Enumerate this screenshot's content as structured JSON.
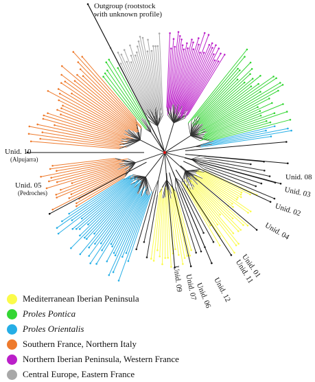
{
  "outgroup": {
    "line1": "Outgroup (rootstock",
    "line2": "with unknown profile)"
  },
  "unidentified": {
    "u10": {
      "name": "Unid. 10",
      "place": "(Alpujarra)"
    },
    "u05": {
      "name": "Unid. 05",
      "place": "(Pedroches)"
    },
    "u08": "Unid. 08",
    "u03": "Unid. 03",
    "u02": "Unid. 02",
    "u04": "Unid. 04",
    "u01": "Unid. 01",
    "u11": "Unid. 11",
    "u12": "Unid. 12",
    "u06": "Unid. 06",
    "u07": "Unid. 07",
    "u09": "Unid. 09"
  },
  "legend": [
    {
      "label": "Mediterranean Iberian Peninsula",
      "color": "#fbfb4a",
      "italic": false
    },
    {
      "label": "Proles Pontica",
      "color": "#33d633",
      "italic": true
    },
    {
      "label": "Proles Orientalis",
      "color": "#25aee6",
      "italic": true
    },
    {
      "label": "Southern France, Northern Italy",
      "color": "#ee7a2c",
      "italic": false
    },
    {
      "label": "Northern Iberian Peninsula, Western France",
      "color": "#bb1fc9",
      "italic": false
    },
    {
      "label": "Central Europe, Eastern France",
      "color": "#a8a8a8",
      "italic": false
    }
  ]
}
